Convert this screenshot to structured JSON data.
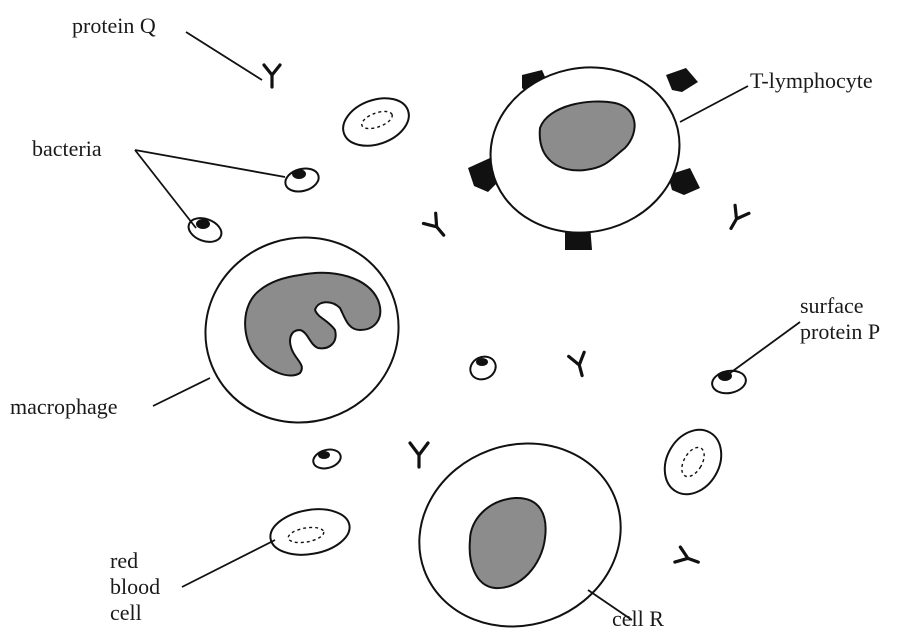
{
  "labels": {
    "protein_q": "protein Q",
    "bacteria": "bacteria",
    "t_lymphocyte": "T-lymphocyte",
    "macrophage": "macrophage",
    "surface_protein_p_line1": "surface",
    "surface_protein_p_line2": "protein P",
    "red_blood_cell_line1": "red",
    "red_blood_cell_line2": "blood",
    "red_blood_cell_line3": "cell",
    "cell_r": "cell R"
  },
  "colors": {
    "outline": "#111111",
    "nucleus": "#8c8c8c",
    "background": "#ffffff"
  }
}
